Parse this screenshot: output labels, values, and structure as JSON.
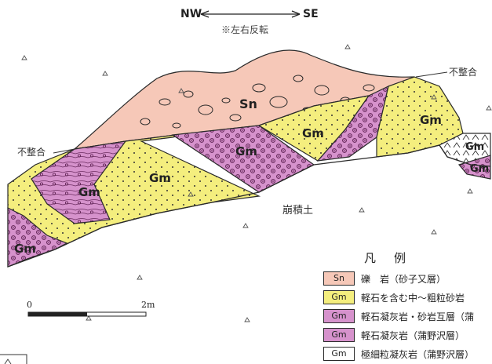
{
  "orientation": {
    "left": "NW",
    "right": "SE",
    "note": "※左右反転"
  },
  "labels": {
    "unconformity_left": "不整合",
    "unconformity_right": "不整合",
    "colluvium": "崩積土"
  },
  "units": {
    "sn": "Sn",
    "gm_sandstone": "Gm",
    "gm_alternation": "Gm",
    "gm_tuff": "Gm",
    "gm_fine": "Gm"
  },
  "scale": {
    "start": "0",
    "end": "2m"
  },
  "legend": {
    "title": "凡　例",
    "items": [
      {
        "symbol": "Sn",
        "text": "礫　岩（砂子又層）"
      },
      {
        "symbol": "Gm",
        "text": "軽石を含む中～粗粒砂岩"
      },
      {
        "symbol": "Gm",
        "text": "軽石凝灰岩・砂岩互層（蒲"
      },
      {
        "symbol": "Gm",
        "text": "軽石凝灰岩（蒲野沢層）"
      },
      {
        "symbol": "Gm",
        "text": "極細粒凝灰岩（蒲野沢層）"
      }
    ]
  },
  "colors": {
    "conglomerate": "#f6c8b8",
    "sandstone": "#f4ee7e",
    "tuff": "#d692cc",
    "outline": "#2a2a2a"
  }
}
